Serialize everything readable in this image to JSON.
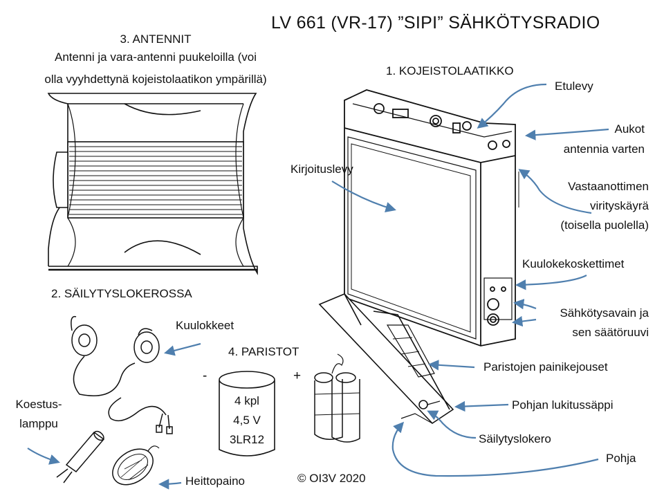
{
  "title": "LV 661   (VR-17)   ”SIPI”    SÄHKÖTYSRADIO",
  "copyright": "© OI3V 2020",
  "sections": {
    "antennas": {
      "heading": "3. ANTENNIT",
      "line1": "Antenni ja vara-antenni puukeloilla (voi",
      "line2": "olla vyyhdettynä kojeistolaatikon ympärillä)"
    },
    "storage": {
      "heading": "2. SÄILYTYSLOKEROSSA"
    },
    "batteries": {
      "heading": "4. PARISTOT",
      "minus": "-",
      "plus": "+",
      "qty": "4 kpl",
      "voltage": "4,5 V",
      "type": "3LR12"
    },
    "box": {
      "heading": "1. KOJEISTOLAATIKKO"
    }
  },
  "labels": {
    "etulevy": "Etulevy",
    "aukot_1": "Aukot",
    "aukot_2": "antennia varten",
    "kirjoituslevy": "Kirjoituslevy",
    "vasta_1": "Vastaanottimen",
    "vasta_2": "viritys­käyrä",
    "vasta_3": "(toisella puolella)",
    "kuulokekoskettimet": "Kuulokekoskettimet",
    "avain_1": "Sähkötysavain ja",
    "avain_2": "sen säätöruuvi",
    "painikejouset": "Paristojen painikejouset",
    "lukitus": "Pohjan lukitussäppi",
    "lokero": "Säilytyslokero",
    "pohja": "Pohja",
    "kuulokkeet": "Kuulokkeet",
    "koestus_1": "Koestus-",
    "koestus_2": "lamppu",
    "heittopaino": "Heittopaino"
  },
  "colors": {
    "arrow": "#4f7fae",
    "ink": "#111111"
  }
}
